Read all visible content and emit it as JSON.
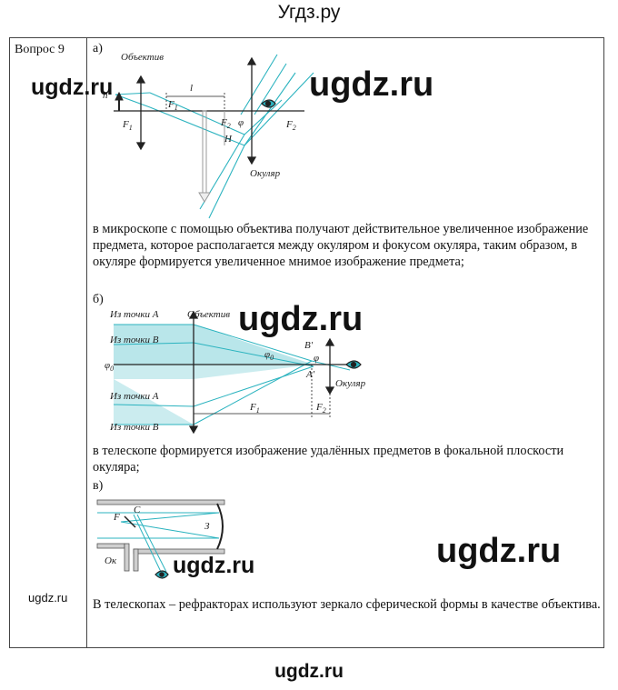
{
  "header": {
    "site": "Угдз.ру"
  },
  "footer": {
    "site": "ugdz.ru"
  },
  "watermarks": {
    "big": "ugdz.ru",
    "small": "ugdz.ru"
  },
  "question": {
    "label": "Вопрос 9"
  },
  "parts": {
    "a": {
      "label": "а)",
      "text": "в микроскопе с помощью объектива получают действительное увеличенное изображение предмета, которое располагается между окуляром и фокусом окуляра, таким образом, в окуляре формируется увеличенное мнимое изображение предмета;",
      "diagram": {
        "objective": "Объектив",
        "eyepiece": "Окуляр",
        "h": "h",
        "l": "l",
        "H": "H",
        "F1": "F",
        "F2": "F",
        "sub1": "1",
        "sub2": "2",
        "phi": "φ"
      }
    },
    "b": {
      "label": "б)",
      "text": "в телескопе формируется изображение удалённых предметов в фокальной плоскости окуляра;",
      "diagram": {
        "from_a": "Из точки A",
        "from_b": "Из точки B",
        "objective": "Объектив",
        "eyepiece": "Окуляр",
        "B_prime": "B′",
        "A_prime": "A′",
        "phi0": "φ",
        "sub0": "0",
        "phi": "φ",
        "F1": "F",
        "F2": "F",
        "sub1": "1",
        "sub2": "2"
      }
    },
    "c": {
      "label": "в)",
      "text": "В телескопах – рефракторах используют зеркало сферической формы в качестве объектива.",
      "diagram": {
        "F": "F",
        "C": "C",
        "Z": "З",
        "Ok": "Ок"
      }
    }
  },
  "colors": {
    "ray": "#2bb3bf",
    "beam_fill": "#b9e6ea",
    "lens": "#222222"
  }
}
